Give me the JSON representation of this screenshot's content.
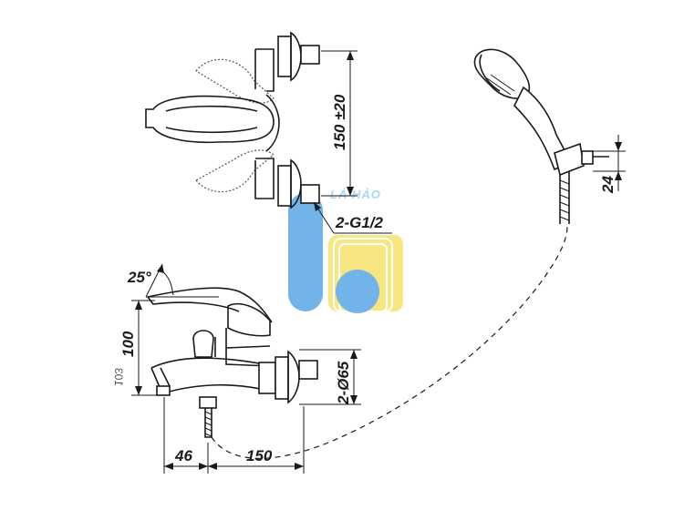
{
  "dimensions": {
    "height_top": "150 ±20",
    "hose_clip": "24",
    "thread": "2-G1/2",
    "angle": "25°",
    "height_body": "100",
    "diameter": "2-Ø65",
    "width_left": "46",
    "width_right": "150",
    "side_mark": "103"
  },
  "watermark": {
    "text": "LÁ HẢO",
    "colors": {
      "blue": "#5aa6e6",
      "yellow": "#f7e36a"
    }
  }
}
